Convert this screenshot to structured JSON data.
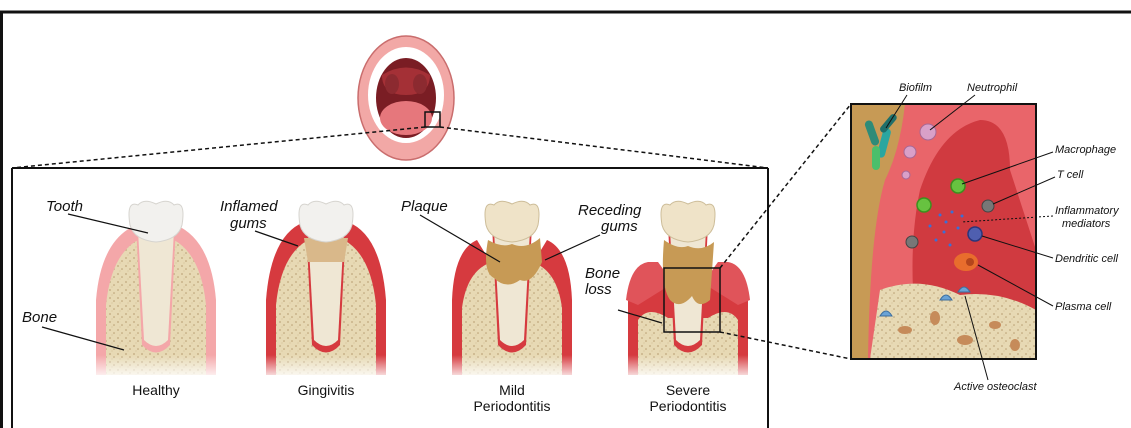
{
  "stages": [
    {
      "name": "Healthy",
      "name2": ""
    },
    {
      "name": "Gingivitis",
      "name2": ""
    },
    {
      "name": "Mild",
      "name2": "Periodontitis"
    },
    {
      "name": "Severe",
      "name2": "Periodontitis"
    }
  ],
  "tooth_labels": {
    "tooth": "Tooth",
    "bone": "Bone",
    "inflamed_1": "Inflamed",
    "inflamed_2": "gums",
    "plaque": "Plaque",
    "receding_1": "Receding",
    "receding_2": "gums",
    "bone_loss_1": "Bone",
    "bone_loss_2": "loss"
  },
  "inset_labels": {
    "biofilm": "Biofilm",
    "neutrophil": "Neutrophil",
    "macrophage": "Macrophage",
    "t_cell": "T cell",
    "inflammatory_1": "Inflammatory",
    "inflammatory_2": "mediators",
    "dendritic_cell": "Dendritic cell",
    "plasma_cell": "Plasma cell",
    "active_osteoclast": "Active osteoclast"
  },
  "colors": {
    "healthy_gum": "#f4a7a9",
    "inflamed_gum": "#d63a3f",
    "bone_fill": "#e7d9b4",
    "enamel": "#f2f1ee",
    "plaque": "#c79a55",
    "frame": "#111111"
  }
}
